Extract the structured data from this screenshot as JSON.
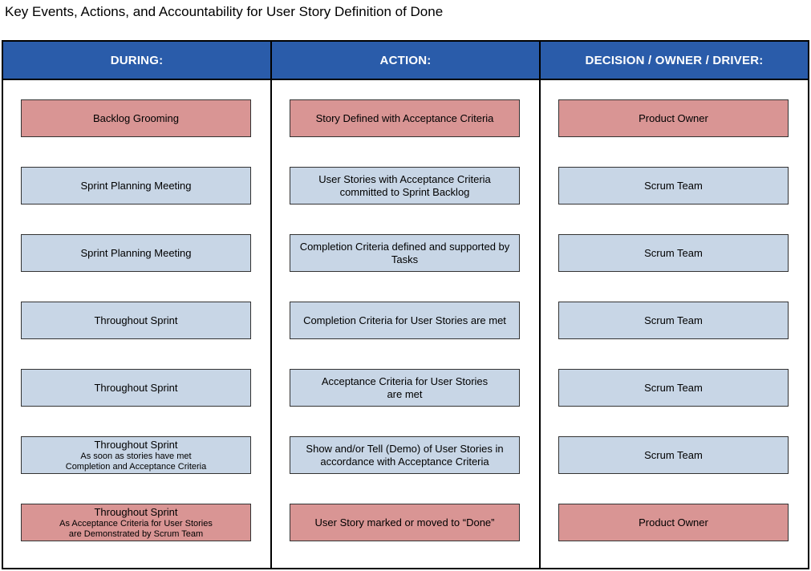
{
  "title": "Key Events, Actions, and Accountability for User Story Definition of Done",
  "columns": [
    {
      "header": "DURING:"
    },
    {
      "header": "ACTION:"
    },
    {
      "header": "DECISION / OWNER / DRIVER:"
    }
  ],
  "colors": {
    "header": "#2a5caa",
    "blue_card": "#c8d6e6",
    "red_card": "#d99594"
  },
  "rows": [
    {
      "style": "red",
      "during": {
        "main": "Backlog Grooming",
        "sub": ""
      },
      "action": "Story Defined with Acceptance Criteria",
      "owner": "Product Owner"
    },
    {
      "style": "blue",
      "during": {
        "main": "Sprint Planning Meeting",
        "sub": ""
      },
      "action": "User Stories with Acceptance Criteria\ncommitted to Sprint Backlog",
      "owner": "Scrum Team"
    },
    {
      "style": "blue",
      "during": {
        "main": "Sprint Planning Meeting",
        "sub": ""
      },
      "action": "Completion Criteria defined and supported by\nTasks",
      "owner": "Scrum Team"
    },
    {
      "style": "blue",
      "during": {
        "main": "Throughout Sprint",
        "sub": ""
      },
      "action": "Completion Criteria for User Stories are met",
      "owner": "Scrum Team"
    },
    {
      "style": "blue",
      "during": {
        "main": "Throughout Sprint",
        "sub": ""
      },
      "action": "Acceptance Criteria for User Stories\nare met",
      "owner": "Scrum Team"
    },
    {
      "style": "blue",
      "during": {
        "main": "Throughout Sprint",
        "sub": "As soon as stories have met\nCompletion and Acceptance Criteria"
      },
      "action": "Show and/or Tell (Demo) of User Stories in\naccordance with Acceptance Criteria",
      "owner": "Scrum Team"
    },
    {
      "style": "red",
      "during": {
        "main": "Throughout Sprint",
        "sub": "As Acceptance Criteria for User Stories\nare Demonstrated by Scrum Team"
      },
      "action": "User Story marked or moved to “Done”",
      "owner": "Product Owner"
    }
  ]
}
